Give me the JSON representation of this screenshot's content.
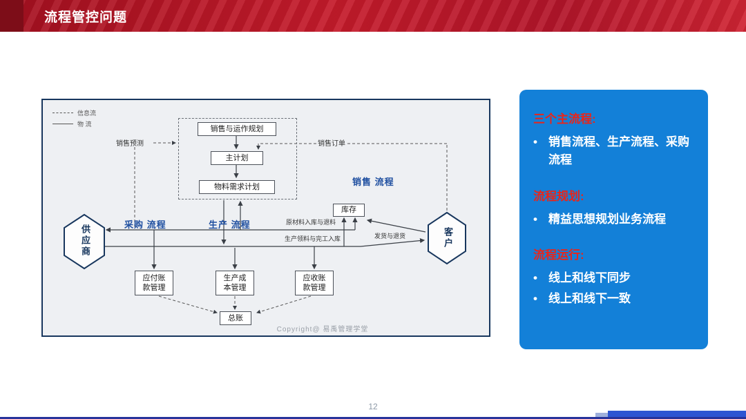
{
  "header": {
    "title": "流程管控问题"
  },
  "diagram": {
    "legend": {
      "info_flow": "信息流",
      "material_flow": "物  流"
    },
    "nodes": {
      "sop": "销售与运作规划",
      "master_plan": "主计划",
      "mrp": "物料需求计划",
      "inventory": "库存",
      "supplier": "供应商",
      "customer": "客户",
      "accounts_payable": "应付账款管理",
      "production_cost": "生产成本管理",
      "accounts_receivable": "应收账款管理",
      "general_ledger": "总账"
    },
    "labels": {
      "sales_forecast": "销售预测",
      "sales_order": "销售订单",
      "sales_process": "销售 流程",
      "purchase_process": "采购 流程",
      "production_process": "生产 流程",
      "raw_material_flow": "原材料入库与退料",
      "production_material_flow": "生产领料与完工入库",
      "shipping_flow": "发货与退货"
    },
    "copyright": "Copyright@ 易禹管理学堂"
  },
  "panel": {
    "bullet_char": "•",
    "sections": [
      {
        "heading": "三个主流程:",
        "bullets": [
          "销售流程、生产流程、采购流程"
        ]
      },
      {
        "heading": "流程规划:",
        "bullets": [
          "精益思想规划业务流程"
        ]
      },
      {
        "heading": "流程运行:",
        "bullets": [
          "线上和线下同步",
          "线上和线下一致"
        ]
      }
    ]
  },
  "footer": {
    "page_number": "12"
  },
  "colors": {
    "header_red": "#b1121f",
    "panel_blue": "#1380d8",
    "panel_heading_red": "#ea2418",
    "diagram_border": "#17365d",
    "process_label_blue": "#1f4fa0",
    "footer_bar_blue": "#2d55d2",
    "footer_line_navy": "#27339b"
  }
}
